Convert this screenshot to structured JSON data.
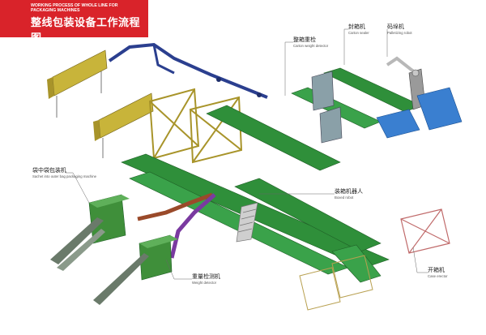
{
  "header": {
    "en_title": "WORKING PROCESS OF WHOLE LINE FOR PACKAGING MACHINES",
    "zh_title": "整线包装设备工作流程图",
    "accent_color": "#d9232a"
  },
  "labels": {
    "carton_sealer": {
      "zh": "封箱机",
      "en": "Carton sealer"
    },
    "palletizing_robot": {
      "zh": "码垛机",
      "en": "Palletizing robot"
    },
    "carton_weight_detector": {
      "zh": "整箱重检",
      "en": "Carton weight detector"
    },
    "sachet_packaging": {
      "zh": "袋中袋包装机",
      "en": "Sachet into outer bag packaging machine"
    },
    "boxed_robot": {
      "zh": "装箱机器人",
      "en": "Boxed robot"
    },
    "weight_detector": {
      "zh": "重量检测机",
      "en": "Weight detector"
    },
    "case_erector": {
      "zh": "开箱机",
      "en": "Case erector"
    }
  },
  "colors": {
    "conveyor_green": "#2f8f3a",
    "frame_yellow": "#c8b43a",
    "chute_blue": "#2b3f8f",
    "pallet_blue": "#3a7fd0",
    "purple_duct": "#7a3aa0",
    "brown_duct": "#9a4a2a",
    "machine_green": "#3f8f3a"
  }
}
